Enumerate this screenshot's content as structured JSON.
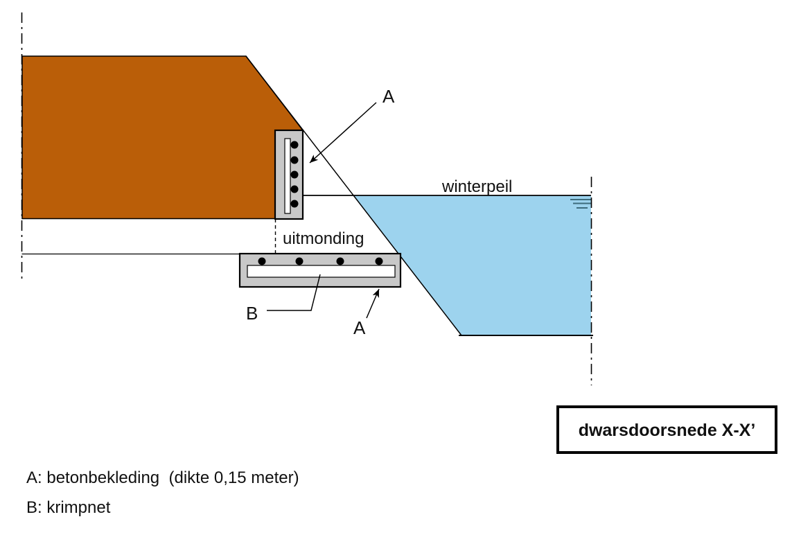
{
  "diagram": {
    "labels": {
      "winterpeil": "winterpeil",
      "uitmonding": "uitmonding",
      "a_top": "A",
      "a_bottom": "A",
      "b": "B"
    },
    "section_box": {
      "title": "dwarsdoorsnede X-X’"
    },
    "legend": {
      "line_a": "A: betonbekleding  (dikte 0,15 meter)",
      "line_b": "B: krimpnet"
    },
    "colors": {
      "dike_fill": "#BA5E08",
      "water_fill": "#9DD3EE",
      "concrete_fill": "#C8C8C8",
      "rebar_dot": "#000000",
      "line": "#000000",
      "water_level_symbol": "#3D6B7C",
      "background": "#FFFFFF"
    }
  }
}
